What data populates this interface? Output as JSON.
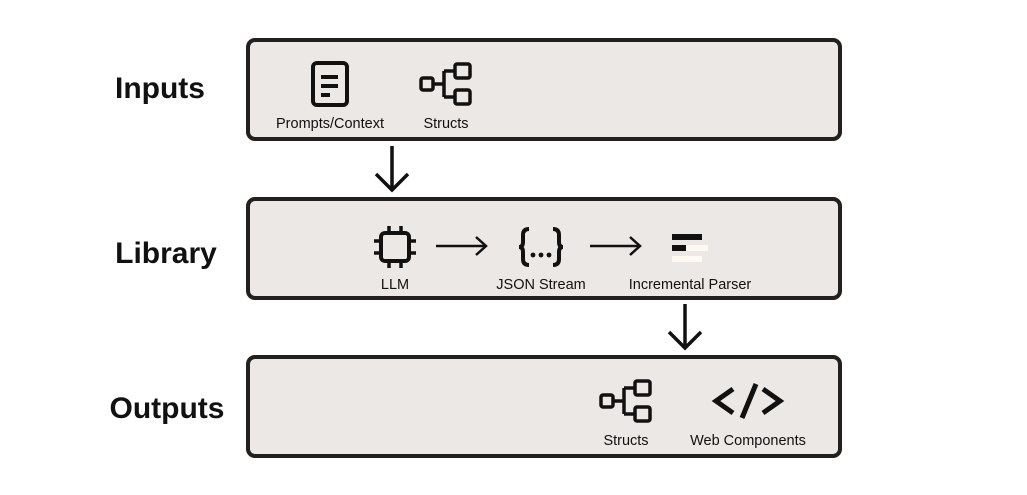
{
  "rows": {
    "inputs": {
      "label": "Inputs",
      "items": [
        {
          "label": "Prompts/Context",
          "icon": "document-icon"
        },
        {
          "label": "Structs",
          "icon": "tree-structure-icon"
        }
      ]
    },
    "library": {
      "label": "Library",
      "items": [
        {
          "label": "LLM",
          "icon": "cpu-chip-icon"
        },
        {
          "label": "JSON Stream",
          "icon": "json-braces-icon"
        },
        {
          "label": "Incremental Parser",
          "icon": "parser-bars-icon"
        }
      ]
    },
    "outputs": {
      "label": "Outputs",
      "items": [
        {
          "label": "Structs",
          "icon": "tree-structure-icon"
        },
        {
          "label": "Web Components",
          "icon": "code-tag-icon"
        }
      ]
    }
  },
  "colors": {
    "panel_fill": "#ece8e6",
    "panel_border": "#231f1f",
    "ink": "#111111"
  }
}
